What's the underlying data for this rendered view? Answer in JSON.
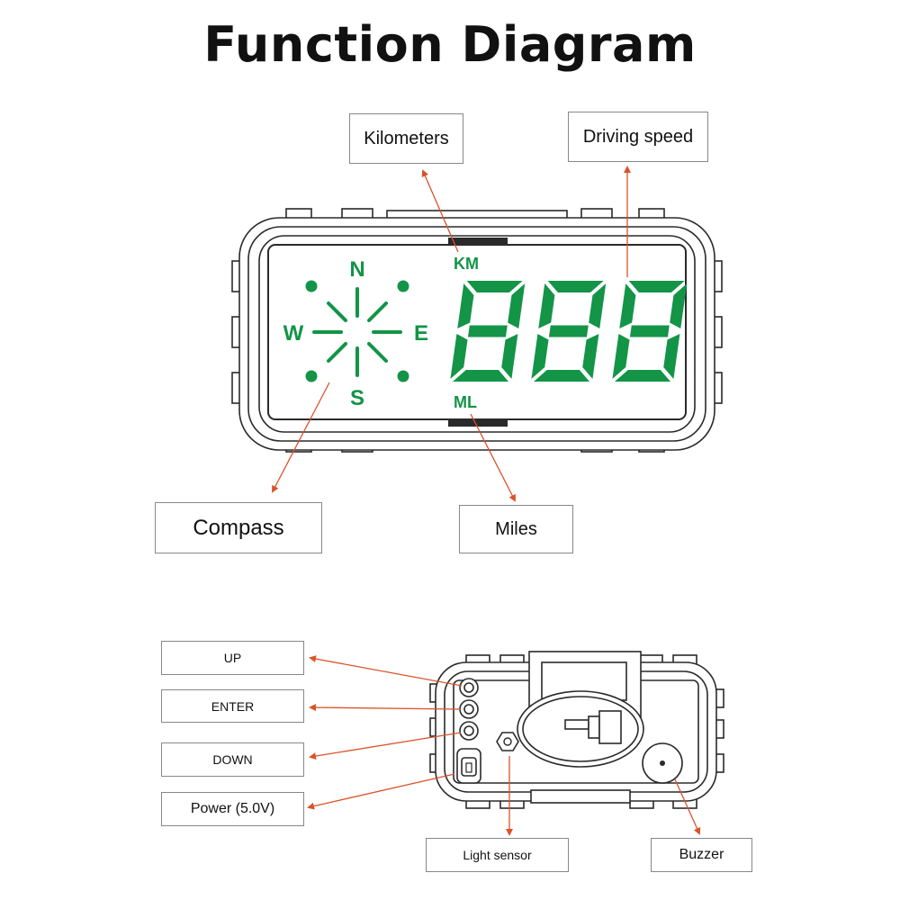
{
  "title": "Function Diagram",
  "front_labels": {
    "kilometers": "Kilometers",
    "driving_speed": "Driving speed",
    "compass": "Compass",
    "miles": "Miles"
  },
  "display": {
    "compass_letters": {
      "n": "N",
      "s": "S",
      "e": "E",
      "w": "W"
    },
    "unit_km": "KM",
    "unit_ml": "ML",
    "digits": "888",
    "color": "#139447"
  },
  "back_labels": {
    "up": "UP",
    "enter": "ENTER",
    "down": "DOWN",
    "power": "Power (5.0V)",
    "light_sensor": "Light sensor",
    "buzzer": "Buzzer"
  },
  "colors": {
    "arrow": "#d9532b",
    "outline": "#2a2a2a"
  }
}
